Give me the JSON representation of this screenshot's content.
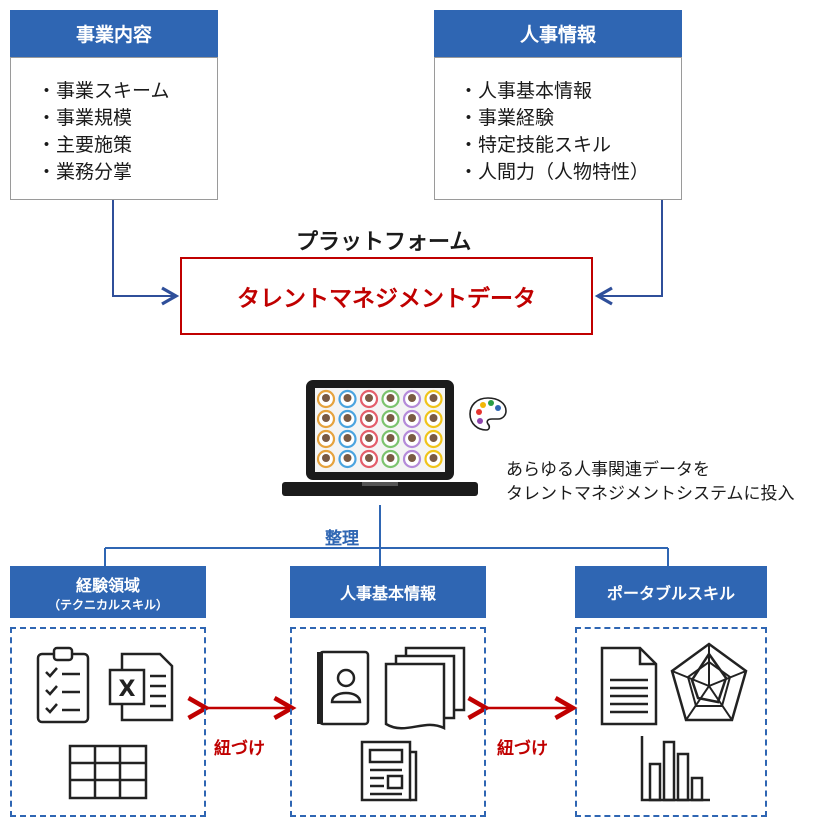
{
  "top_left": {
    "title": "事業内容",
    "items": [
      "事業スキーム",
      "事業規模",
      "主要施策",
      "業務分掌"
    ]
  },
  "top_right": {
    "title": "人事情報",
    "items": [
      "人事基本情報",
      "事業経験",
      "特定技能スキル",
      "人間力（人物特性）"
    ]
  },
  "platform": {
    "title": "プラットフォーム",
    "box_label": "タレントマネジメントデータ"
  },
  "system_caption": {
    "line1": "あらゆる人事関連データを",
    "line2": "タレントマネジメントシステムに投入"
  },
  "organize_label": "整理",
  "categories": [
    {
      "title": "経験領域",
      "subtitle": "（テクニカルスキル）"
    },
    {
      "title": "人事基本情報",
      "subtitle": ""
    },
    {
      "title": "ポータブルスキル",
      "subtitle": ""
    }
  ],
  "link_label_1": "紐づけ",
  "link_label_2": "紐づけ",
  "colors": {
    "blue": "#2f66b3",
    "red": "#c00000",
    "arrow_blue": "#2f4f9a"
  }
}
